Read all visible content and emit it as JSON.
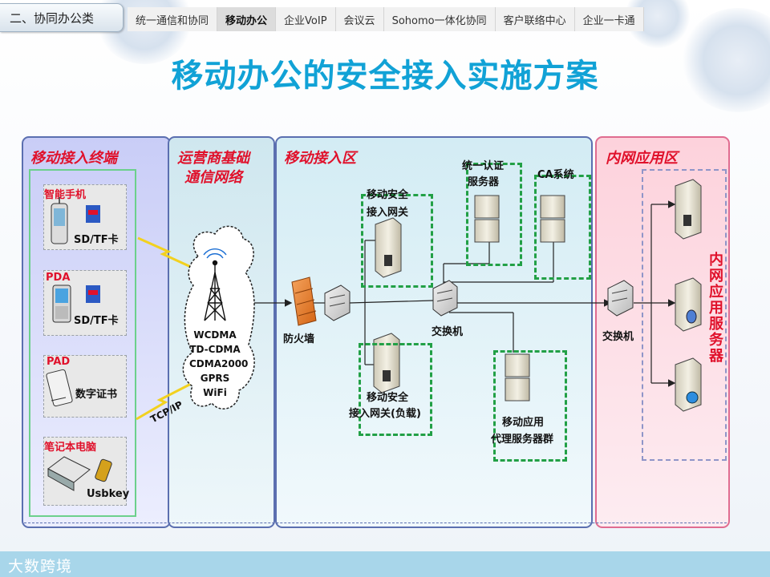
{
  "nav": {
    "category": "二、协同办公类",
    "tabs": [
      {
        "label": "统一通信和协同"
      },
      {
        "label": "移动办公",
        "active": true
      },
      {
        "label": "企业VoIP"
      },
      {
        "label": "会议云"
      },
      {
        "label": "Sohomo一体化协同"
      },
      {
        "label": "客户联络中心"
      },
      {
        "label": "企业一卡通"
      }
    ]
  },
  "title": "移动办公的安全接入实施方案",
  "zones": {
    "terminal": {
      "title": "移动接入终端",
      "devices": [
        {
          "name": "智能手机",
          "accessory": "SD/TF卡"
        },
        {
          "name": "PDA",
          "accessory": "SD/TF卡"
        },
        {
          "name": "PAD",
          "accessory": "数字证书"
        },
        {
          "name": "笔记本电脑",
          "accessory": "Usbkey"
        }
      ]
    },
    "carrier": {
      "title_line1": "运营商基础",
      "title_line2": "通信网络",
      "networks": [
        "WCDMA",
        "TD-CDMA",
        "CDMA2000",
        "GPRS",
        "WiFi"
      ],
      "link_label": "TCP/IP"
    },
    "access": {
      "title": "移动接入区",
      "firewall": "防火墙",
      "switch": "交换机",
      "gateway_line1": "移动安全",
      "gateway_line2": "接入网关",
      "gateway_lb_line1": "移动安全",
      "gateway_lb_line2": "接入网关(负载)",
      "auth_line1": "统一认证",
      "auth_line2": "服务器",
      "ca": "CA系统",
      "proxy_line1": "移动应用",
      "proxy_line2": "代理服务器群"
    },
    "intranet": {
      "title": "内网应用区",
      "switch": "交换机",
      "servers_label": "内网应用服务器"
    }
  },
  "footer": {
    "brand": "大数跨境"
  },
  "colors": {
    "title": "#11a2d6",
    "zone_title": "#e0112b",
    "green_dash": "#22a046",
    "footer": "#a8d6ea"
  }
}
